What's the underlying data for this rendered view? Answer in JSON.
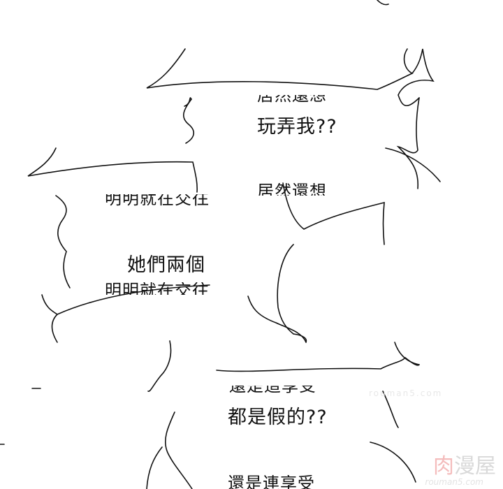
{
  "bubbles": [
    {
      "top_partial": "居然還想",
      "main": "玩弄我??"
    },
    {
      "top_partial": "居然還想"
    },
    {
      "top_partial": "明明就在交往",
      "main": "她們兩個",
      "bottom_partial": "明明就在交往"
    },
    {
      "top_partial": "還是這享受",
      "main": "都是假的??",
      "bottom_partial": "還是連享受"
    }
  ],
  "watermark": {
    "part1": "肉",
    "part2": "漫屋",
    "url": "rouman5.com"
  }
}
